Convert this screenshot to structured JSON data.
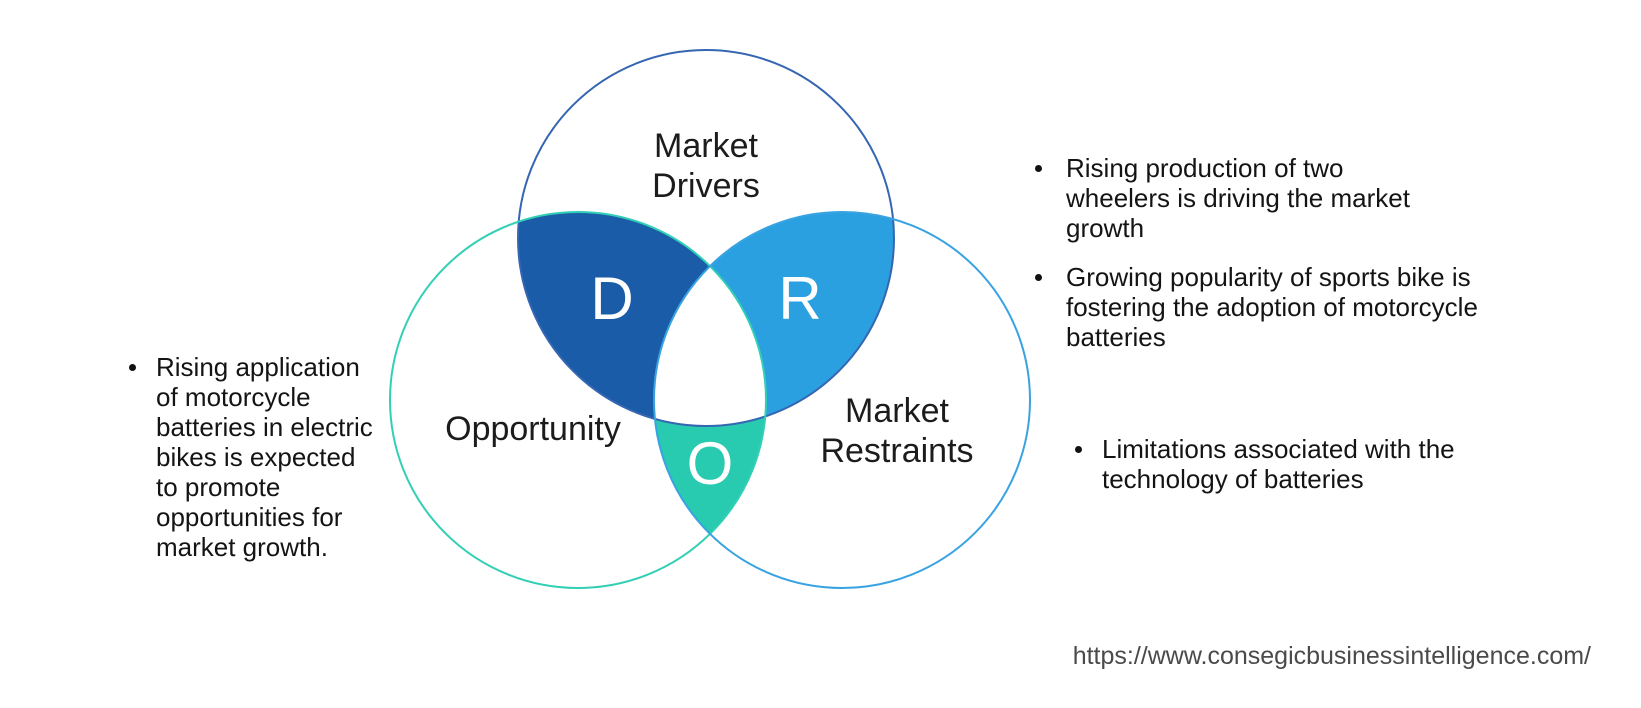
{
  "page": {
    "background_color": "#ffffff",
    "source_url": "https://www.consegicbusinessintelligence.com/"
  },
  "venn": {
    "circles": {
      "drivers": {
        "label": "Market\nDrivers",
        "outline_color": "#3566B2"
      },
      "opportunity": {
        "label": "Opportunity",
        "outline_color": "#32CFB5"
      },
      "restraints": {
        "label": "Market\nRestraints",
        "outline_color": "#39A3E2"
      }
    },
    "regions": {
      "d": {
        "letter": "D",
        "color": "#1A5CA8"
      },
      "r": {
        "letter": "R",
        "color": "#2AA0E0"
      },
      "o": {
        "letter": "O",
        "color": "#29CBB0"
      }
    }
  },
  "bullets": {
    "opportunity_note": {
      "text": "Rising application\nof motorcycle\nbatteries in electric\nbikes is expected\nto promote\nopportunities for\nmarket growth."
    },
    "driver_note_1": {
      "text": "Rising production of two\nwheelers is driving the market\ngrowth"
    },
    "driver_note_2": {
      "text": "Growing popularity of sports bike is\nfostering the adoption of motorcycle\nbatteries"
    },
    "restraint_note": {
      "text": "Limitations associated with the\ntechnology of batteries"
    }
  }
}
